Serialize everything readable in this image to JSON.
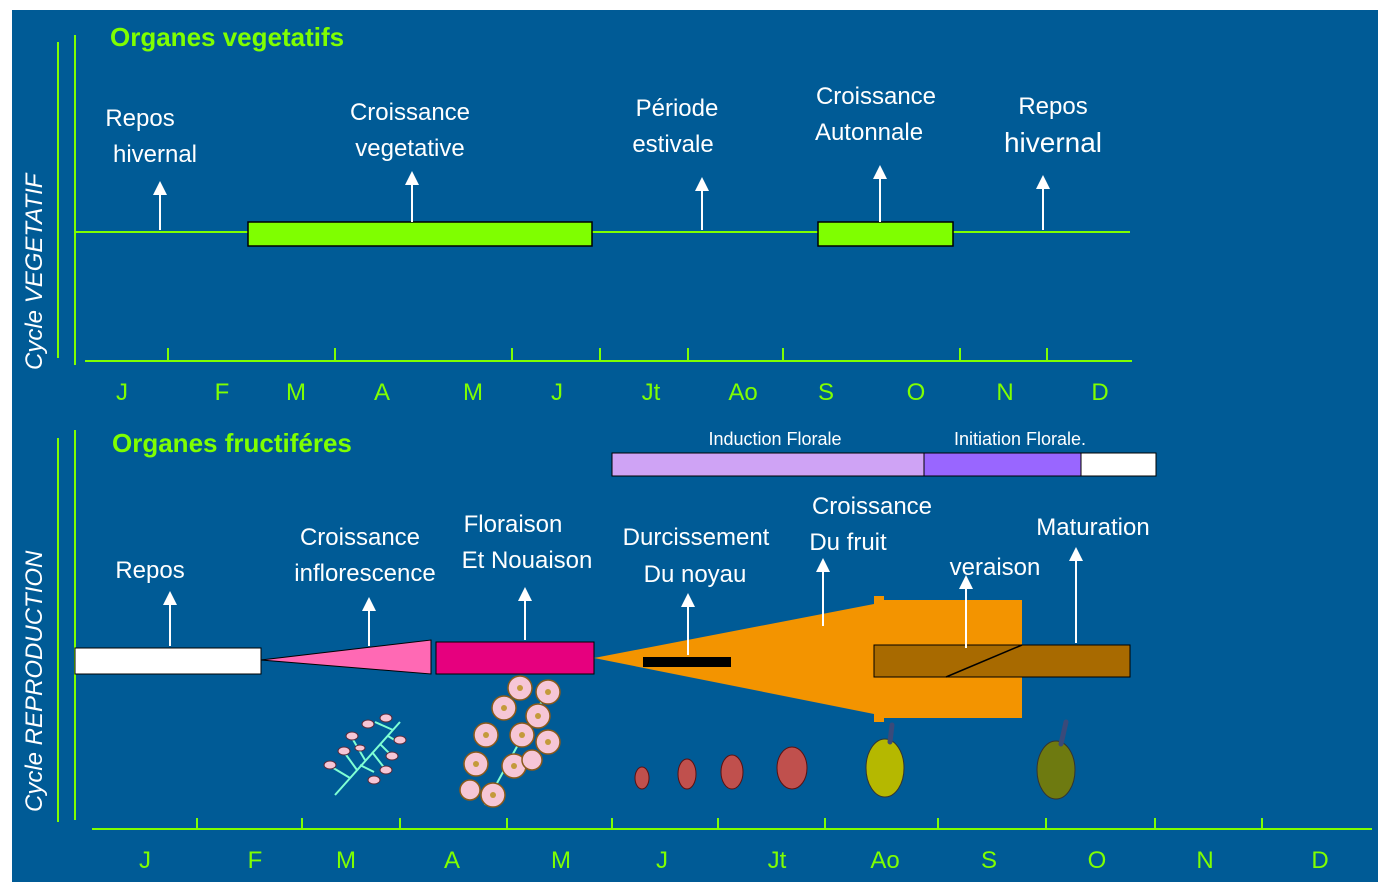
{
  "headings": {
    "vegetative": "Organes vegetatifs",
    "fructifere": "Organes fructiféres"
  },
  "side_labels": {
    "vegetatif_prefix": "Cycle ",
    "vegetatif_word": "VEGETATIF",
    "reproduction_prefix": "Cycle ",
    "reproduction_word": "REPRODUCTION"
  },
  "vegetative_stages": [
    {
      "line1": "Repos",
      "line2": "hivernal"
    },
    {
      "line1": "Croissance",
      "line2": "vegetative"
    },
    {
      "line1": "Période",
      "line2": "estivale"
    },
    {
      "line1": "Croissance",
      "line2": "Autonnale"
    },
    {
      "line1": "Repos",
      "line2": "hivernal"
    }
  ],
  "months_top": [
    "J",
    "F",
    "M",
    "A",
    "M",
    "J",
    "Jt",
    "Ao",
    "S",
    "O",
    "N",
    "D"
  ],
  "months_bottom": [
    "J",
    "F",
    "M",
    "A",
    "M",
    "J",
    "Jt",
    "Ao",
    "S",
    "O",
    "N",
    "D"
  ],
  "flower_induction": {
    "induction": "Induction Florale",
    "initiation": "Initiation  Florale."
  },
  "reproduction_stages": {
    "repos": "Repos",
    "croissance_infl_1": "Croissance",
    "croissance_infl_2": "inflorescence",
    "floraison_1": "Floraison",
    "floraison_2": "Et Nouaison",
    "durcissement_1": "Durcissement",
    "durcissement_2": "Du noyau",
    "croissance_fruit_1": "Croissance",
    "croissance_fruit_2": "Du fruit",
    "veraison": "veraison",
    "maturation": "Maturation"
  },
  "colors": {
    "background": "#005B96",
    "green": "#7FFF00",
    "lavender": "#CFA3F5",
    "violet": "#9966FF",
    "pink": "#FF69B4",
    "magenta": "#E6007E",
    "orange": "#F39400",
    "brown": "#A86A00",
    "fruit_red": "#C0504D",
    "olive_green": "#B5B800",
    "olive_dark": "#6E7A10"
  }
}
